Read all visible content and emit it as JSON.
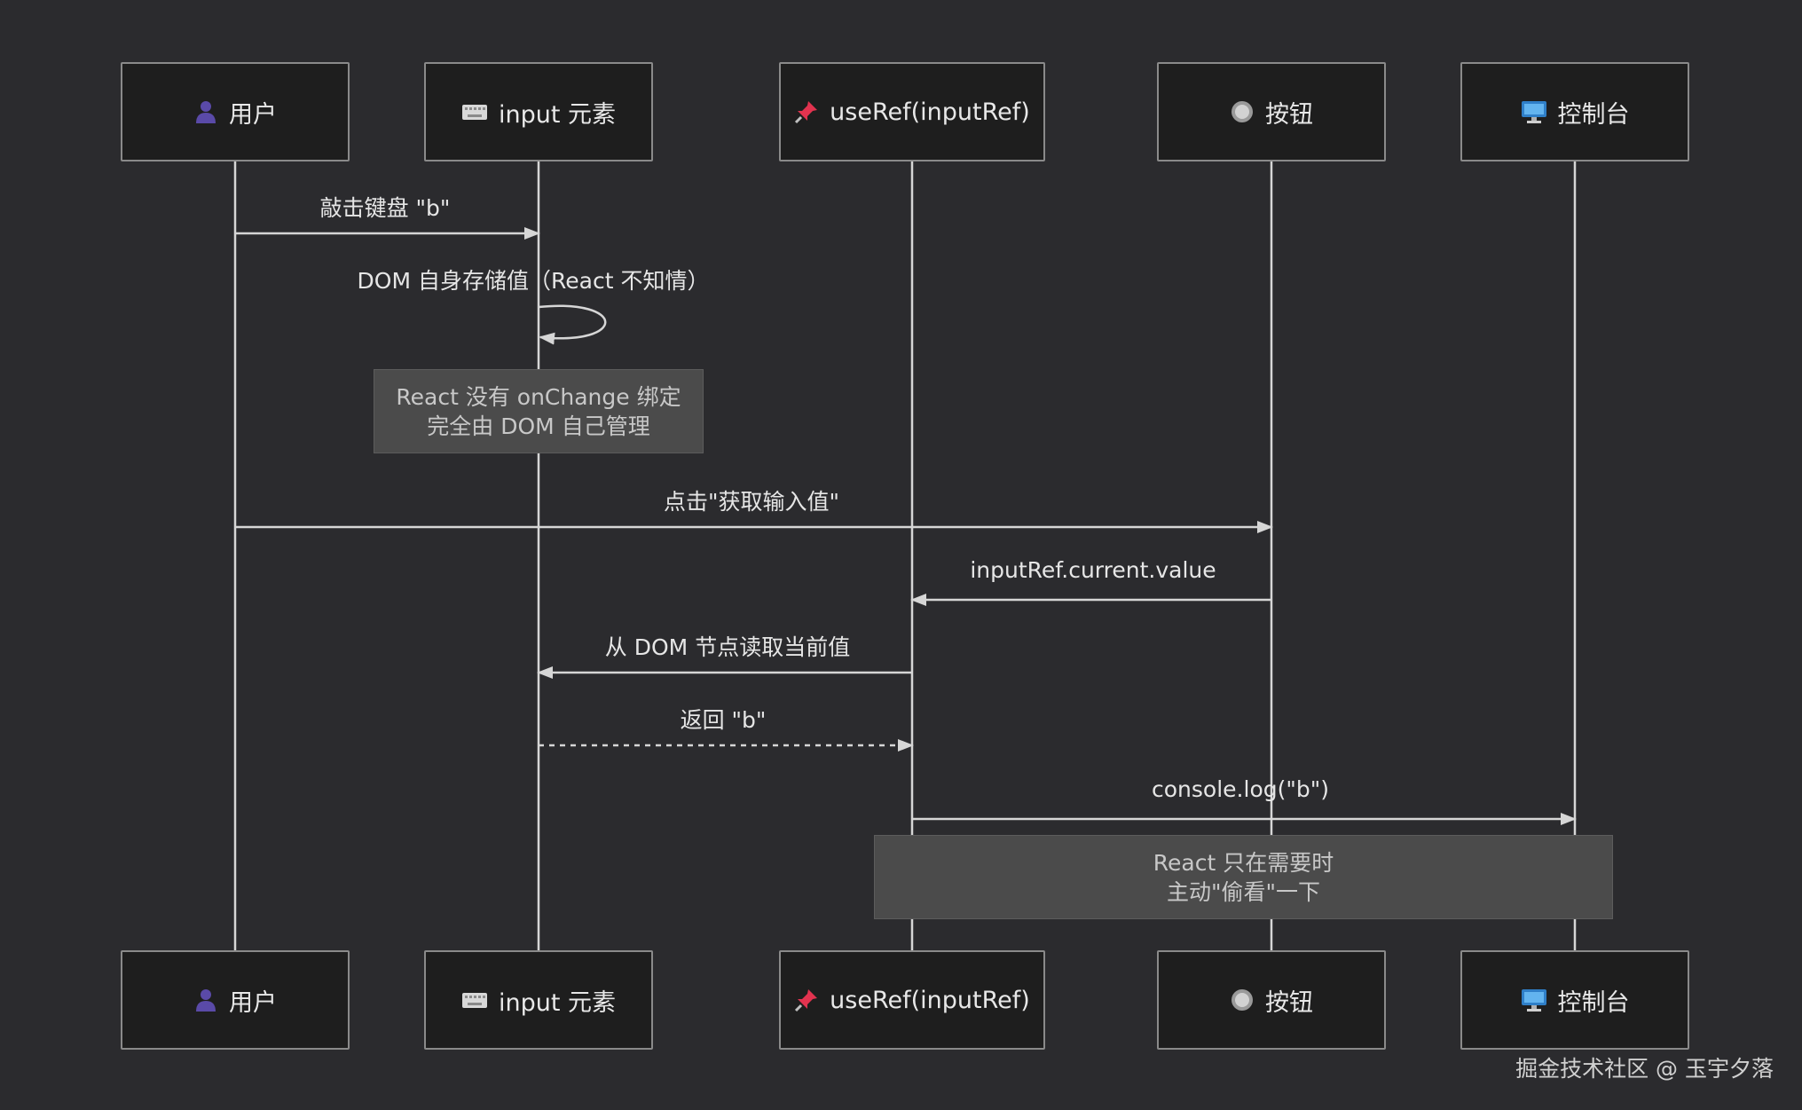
{
  "participants": [
    {
      "id": "user",
      "label": "用户",
      "icon": "user-icon"
    },
    {
      "id": "input",
      "label": "input 元素",
      "icon": "keyboard-icon"
    },
    {
      "id": "ref",
      "label": "useRef(inputRef)",
      "icon": "pin-icon"
    },
    {
      "id": "button",
      "label": "按钮",
      "icon": "radio-button-icon"
    },
    {
      "id": "console",
      "label": "控制台",
      "icon": "monitor-icon"
    }
  ],
  "messages": [
    {
      "from": "user",
      "to": "input",
      "label": "敲击键盘 \"b\"",
      "style": "solid"
    },
    {
      "from": "input",
      "to": "input",
      "label": "DOM 自身存储值（React 不知情）",
      "style": "solid"
    },
    {
      "from": "user",
      "to": "button",
      "label": "点击\"获取输入值\"",
      "style": "solid"
    },
    {
      "from": "button",
      "to": "ref",
      "label": "inputRef.current.value",
      "style": "solid"
    },
    {
      "from": "ref",
      "to": "input",
      "label": "从 DOM 节点读取当前值",
      "style": "solid"
    },
    {
      "from": "input",
      "to": "ref",
      "label": "返回 \"b\"",
      "style": "dashed"
    },
    {
      "from": "ref",
      "to": "console",
      "label": "console.log(\"b\")",
      "style": "solid"
    }
  ],
  "notes": [
    {
      "over": [
        "input"
      ],
      "lines": [
        "React 没有 onChange 绑定",
        "完全由 DOM 自己管理"
      ]
    },
    {
      "over": [
        "ref",
        "console"
      ],
      "lines": [
        "React 只在需要时",
        "主动\"偷看\"一下"
      ]
    }
  ],
  "watermark": "掘金技术社区 @ 玉宇夕落",
  "colors": {
    "background": "#2b2b2e",
    "actor_fill": "#1e1e1e",
    "actor_border": "#8a8a8a",
    "line": "#d6d6d6",
    "note_fill": "#4b4b4b",
    "text": "#e6e6e6"
  }
}
